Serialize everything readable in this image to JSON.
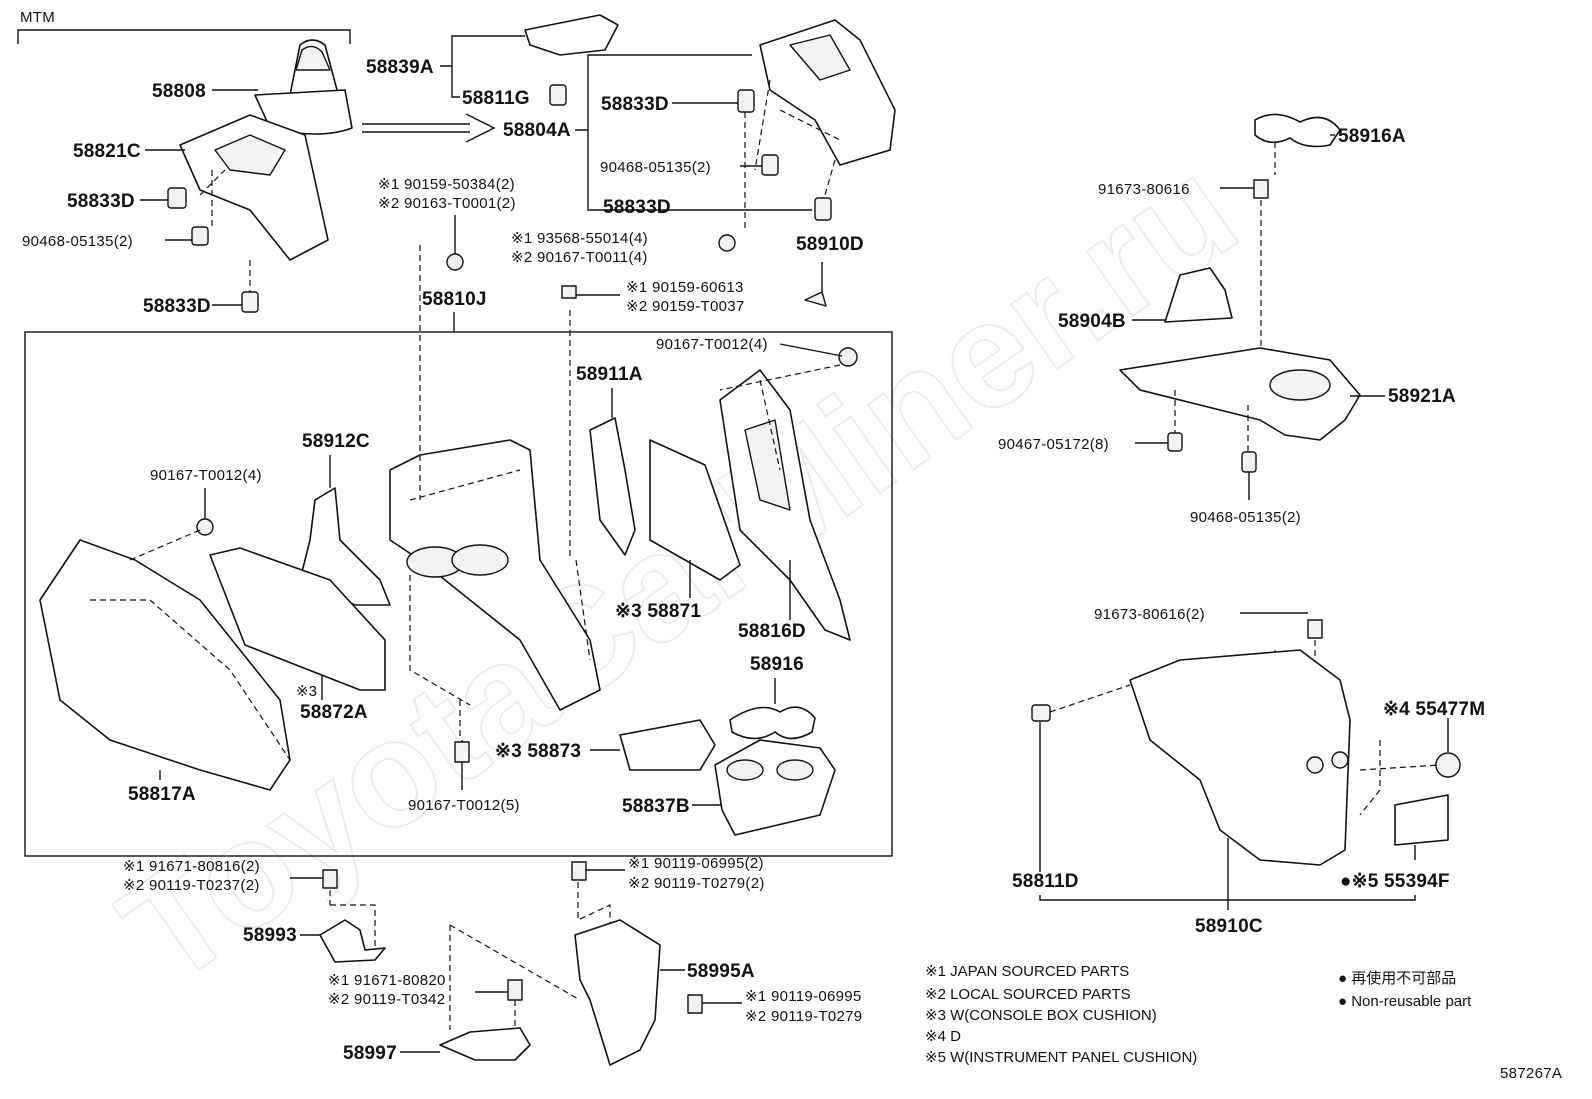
{
  "watermark": "ToyotaCarMiner.ru",
  "header": {
    "mtm": "MTM",
    "doc_id": "587267A"
  },
  "labels": {
    "p58808": "58808",
    "p58821C": "58821C",
    "p58833D_a": "58833D",
    "p90468_a": "90468-05135(2)",
    "p58833D_b": "58833D",
    "p58839A": "58839A",
    "p58811G": "58811G",
    "p58804A": "58804A",
    "p58833D_c": "58833D",
    "p90468_b": "90468-05135(2)",
    "p58833D_d": "58833D",
    "p90159_50384": "※1 90159-50384(2)",
    "p90163_T0001": "※2 90163-T0001(2)",
    "p93568": "※1 93568-55014(4)",
    "p90167_T0011": "※2 90167-T0011(4)",
    "p58910D": "58910D",
    "p90159_60613": "※1 90159-60613",
    "p90159_T0037": "※2 90159-T0037",
    "p58810J": "58810J",
    "p90167_T0012_a": "90167-T0012(4)",
    "p58911A": "58911A",
    "p58912C": "58912C",
    "p90167_T0012_b": "90167-T0012(4)",
    "p58871": "※3 58871",
    "p58816D": "58816D",
    "p58916": "58916",
    "p58872A_mark": "※3",
    "p58872A": "58872A",
    "p58873": "※3 58873",
    "p58817A": "58817A",
    "p90167_T0012_c": "90167-T0012(5)",
    "p58837B": "58837B",
    "p58916A": "58916A",
    "p91673_80616": "91673-80616",
    "p58904B": "58904B",
    "p58921A": "58921A",
    "p90467": "90467-05172(8)",
    "p90468_c": "90468-05135(2)",
    "p91673_80616_2": "91673-80616(2)",
    "p55477M": "※4 55477M",
    "p58811D": "58811D",
    "p55394F": "●※5 55394F",
    "p58910C": "58910C",
    "p91671_80816": "※1 91671-80816(2)",
    "p90119_T0237": "※2 90119-T0237(2)",
    "p58993": "58993",
    "p90119_06995_a": "※1 90119-06995(2)",
    "p90119_T0279_a": "※2 90119-T0279(2)",
    "p58995A": "58995A",
    "p91671_80820": "※1 91671-80820",
    "p90119_T0342": "※2 90119-T0342",
    "p90119_06995_b": "※1 90119-06995",
    "p90119_T0279_b": "※2 90119-T0279",
    "p58997": "58997"
  },
  "legend": {
    "n1": "※1 JAPAN SOURCED PARTS",
    "n2": "※2 LOCAL SOURCED PARTS",
    "n3": "※3 W(CONSOLE BOX CUSHION)",
    "n4": "※4 D",
    "n5": "※5 W(INSTRUMENT PANEL CUSHION)",
    "nonreuse_jp": "● 再使用不可部品",
    "nonreuse_en": "● Non-reusable part"
  }
}
